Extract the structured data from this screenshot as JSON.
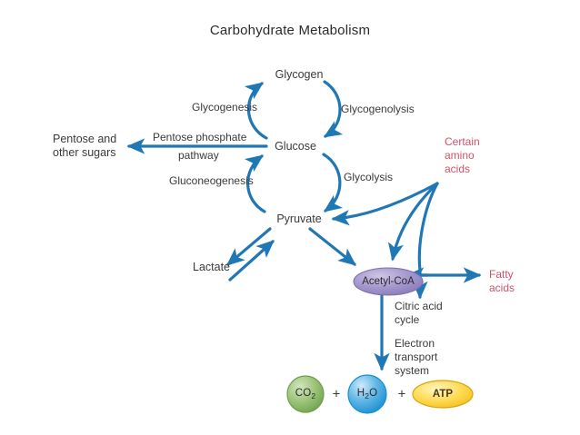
{
  "title": "Carbohydrate Metabolism",
  "colors": {
    "arrow_blue": "#1f77b4",
    "arrow_blue_dark": "#17618f",
    "text_gray": "#3a3a3a",
    "accent_red": "#c9546b",
    "acetyl_purple": "#9b8cc4",
    "co2_green": "#8cb96a",
    "h2o_blue": "#4aa8dd",
    "atp_yellow": "#ffd84d",
    "background": "#ffffff"
  },
  "nodes": {
    "glycogen": "Glycogen",
    "glucose": "Glucose",
    "pyruvate": "Pyruvate",
    "lactate": "Lactate",
    "pentose": "Pentose and\nother sugars",
    "pentose_line1": "Pentose and",
    "pentose_line2": "other sugars",
    "acetyl_coa": "Acetyl-CoA"
  },
  "pathways": {
    "glycogenesis": "Glycogenesis",
    "glycogenolysis": "Glycogenolysis",
    "gluconeogenesis": "Gluconeogenesis",
    "glycolysis": "Glycolysis",
    "pentose_phosphate_line1": "Pentose phosphate",
    "pentose_phosphate_line2": "pathway",
    "citric_acid_line1": "Citric acid",
    "citric_acid_line2": "cycle",
    "electron_transport_line1": "Electron",
    "electron_transport_line2": "transport",
    "electron_transport_line3": "system"
  },
  "inputs": {
    "amino_acids_line1": "Certain",
    "amino_acids_line2": "amino",
    "amino_acids_line3": "acids",
    "fatty_acids_line1": "Fatty",
    "fatty_acids_line2": "acids"
  },
  "products": {
    "co2_main": "CO",
    "co2_sub": "2",
    "h2o_h": "H",
    "h2o_sub": "2",
    "h2o_o": "O",
    "atp": "ATP",
    "plus_1": "+",
    "plus_2": "+"
  }
}
